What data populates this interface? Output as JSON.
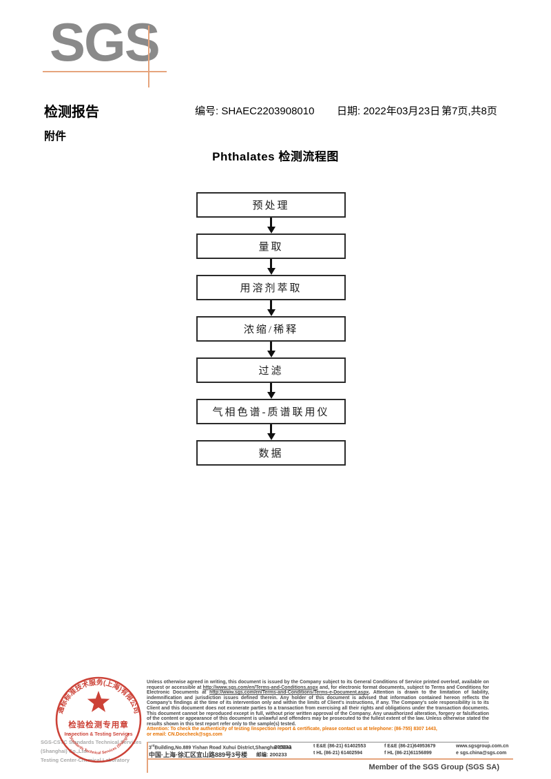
{
  "logo": {
    "text": "SGS"
  },
  "header": {
    "title": "检测报告",
    "report_no": "编号: SHAEC2203908010",
    "date": "日期: 2022年03月23日",
    "page_info": "第7页,共8页",
    "attachment": "附件"
  },
  "flowchart": {
    "title": "Phthalates 检测流程图",
    "steps": [
      "预处理",
      "量取",
      "用溶剂萃取",
      "浓缩/稀释",
      "过滤",
      "气相色谱-质谱联用仪",
      "数据"
    ]
  },
  "stamp": {
    "arc_top": "通标标准技术服务(上海)有限公司",
    "line1": "检验检测专用章",
    "line2": "Inspection & Testing Services",
    "arc_bottom": "SGS-CSTC Standards Technical Services (Shanghai) Co.,Ltd.",
    "color": "#c5281c"
  },
  "company": {
    "line1": "SGS-CSTC Standards Technical Services (Shanghai) Co.,Ltd.",
    "line2": "Testing Center-Chemical Laboratory"
  },
  "legal": {
    "part1": "Unless otherwise agreed in writing, this document is issued by the Company subject to its General Conditions of Service printed overleaf, available on request or accessible at ",
    "url1": "http://www.sgs.com/en/Terms-and-Conditions.aspx",
    "part2": " and, for electronic format documents, subject to Terms and Conditions for Electronic Documents at ",
    "url2": "http://www.sgs.com/en/Terms-and-Conditions/Terms-e-Document.aspx",
    "part3": ". Attention is drawn to the limitation of liability, indemnification and jurisdiction issues defined therein. Any holder of this document is advised that information contained hereon reflects the Company's findings at the time of its intervention only and within the limits of Client's instructions, if any. The Company's sole responsibility is to its Client and this document does not exonerate parties to a transaction from exercising all their rights and obligations under the transaction documents. This document cannot be reproduced except in full, without prior written approval of the Company. Any unauthorized alteration, forgery or falsification of the content or appearance of this document is unlawful and offenders may be prosecuted to the fullest extent of the law. Unless otherwise stated the results shown in this test report refer only to the sample(s) tested.",
    "attention1": "Attention: To check the authenticity of testing /inspection report & certificate, please contact us at telephone: (86-755) 8307 1443,",
    "attention2": "or email: CN.Doccheck@sgs.com"
  },
  "address": {
    "en_num": "3",
    "en_ord": "rd",
    "en_rest": "Building,No.889 Yishan Road Xuhui District,Shanghai China",
    "en_zip": "200233",
    "phone1": "t E&E (86-21) 61402553",
    "fax1": "f E&E (86-21)64953679",
    "web": "www.sgsgroup.com.cn",
    "cn": "中国·上海·徐汇区宜山路889号3号楼",
    "cn_zip": "邮编: 200233",
    "phone2": "t HL (86-21) 61402594",
    "fax2": "f HL (86-21)61156899",
    "email": "e sgs.china@sgs.com"
  },
  "footer": {
    "member": "Member of the SGS Group (SGS SA)"
  }
}
